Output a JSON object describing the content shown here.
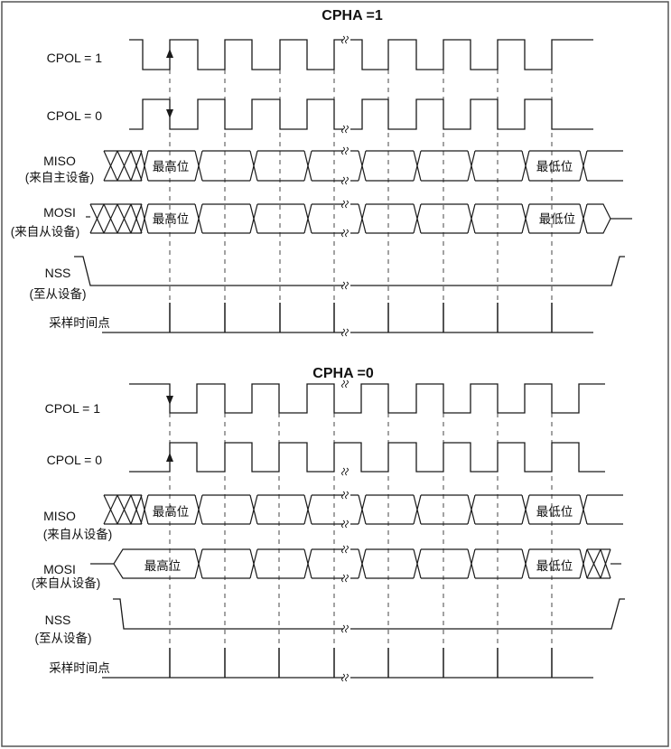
{
  "diagrams": [
    {
      "title": "CPHA =1",
      "signals": {
        "cpol1": "CPOL = 1",
        "cpol0": "CPOL = 0",
        "miso": "MISO",
        "miso_sub": "(来自主设备)",
        "mosi": "MOSI",
        "mosi_sub": "(来自从设备)",
        "nss": "NSS",
        "nss_sub": "(至从设备)",
        "sample": "采样时间点"
      },
      "miso_msb": "最高位",
      "miso_lsb": "最低位",
      "mosi_msb": "最高位",
      "mosi_lsb": "最低位"
    },
    {
      "title": "CPHA =0",
      "signals": {
        "cpol1": "CPOL = 1",
        "cpol0": "CPOL = 0",
        "miso": "MISO",
        "miso_sub": "(来自从设备)",
        "mosi": "MOSI",
        "mosi_sub": "(来自从设备)",
        "nss": "NSS",
        "nss_sub": "(至从设备)",
        "sample": "采样时间点"
      },
      "miso_msb": "最高位",
      "miso_lsb": "最低位",
      "mosi_msb": "最高位",
      "mosi_lsb": "最低位"
    }
  ],
  "colors": {
    "line": "#1a1a1a",
    "border": "#555555"
  }
}
